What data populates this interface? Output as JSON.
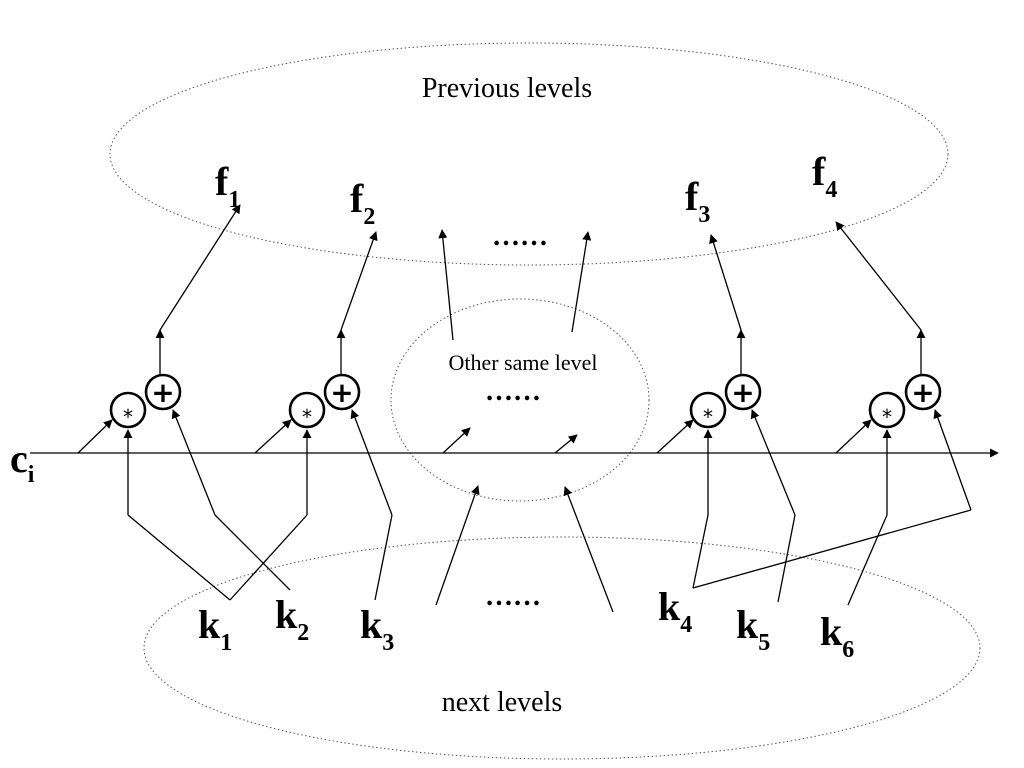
{
  "regions": {
    "previous": "Previous levels",
    "next": "next levels",
    "same": "Other same level"
  },
  "ellipsis": "……",
  "ci": {
    "base": "c",
    "sub": "i"
  },
  "outputs": [
    {
      "base": "f",
      "sub": "1"
    },
    {
      "base": "f",
      "sub": "2"
    },
    {
      "base": "f",
      "sub": "3"
    },
    {
      "base": "f",
      "sub": "4"
    }
  ],
  "inputs": [
    {
      "base": "k",
      "sub": "1"
    },
    {
      "base": "k",
      "sub": "2"
    },
    {
      "base": "k",
      "sub": "3"
    },
    {
      "base": "k",
      "sub": "4"
    },
    {
      "base": "k",
      "sub": "5"
    },
    {
      "base": "k",
      "sub": "6"
    }
  ],
  "operators": {
    "multiply": "*",
    "add": "+"
  }
}
